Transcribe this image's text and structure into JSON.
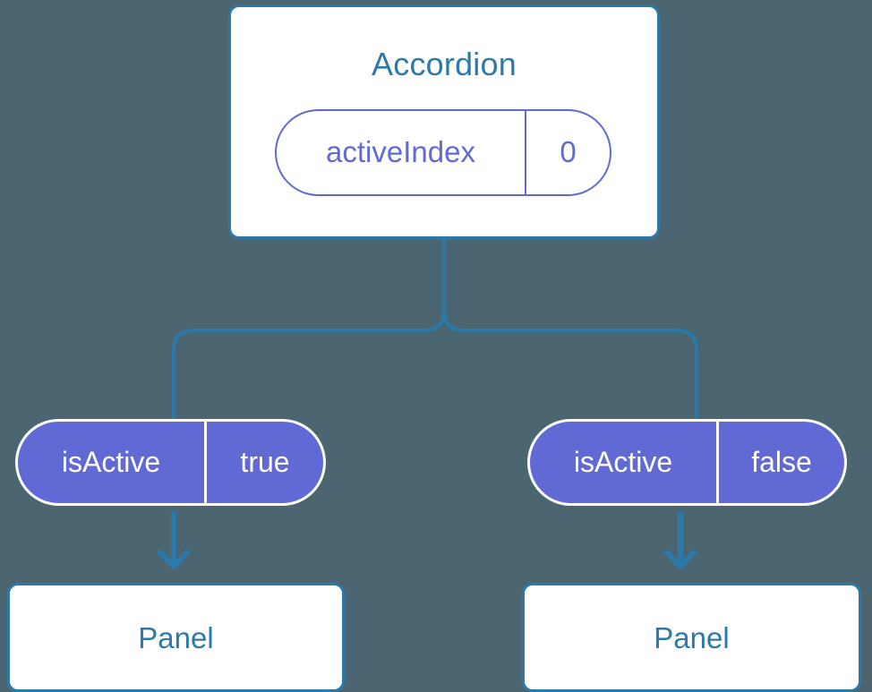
{
  "diagram": {
    "type": "component-tree",
    "title": "Accordion component state tree",
    "background_color": "#4b6571",
    "accent_blue": "#2b7aab",
    "accent_purple": "#6169d5",
    "white": "#ffffff"
  },
  "root": {
    "label": "Accordion",
    "state": {
      "key": "activeIndex",
      "value": "0"
    }
  },
  "branches": [
    {
      "prop": {
        "key": "isActive",
        "value": "true"
      },
      "child": {
        "label": "Panel"
      }
    },
    {
      "prop": {
        "key": "isActive",
        "value": "false"
      },
      "child": {
        "label": "Panel"
      }
    }
  ],
  "connectors": {
    "trunk_label": "tree-connector",
    "arrow_label": "down-arrow"
  }
}
